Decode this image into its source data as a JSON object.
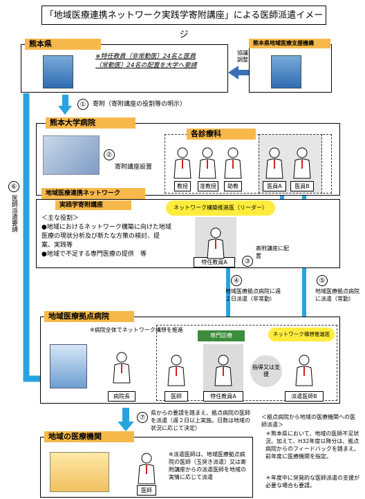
{
  "title": "「地域医療連携ネットワーク実践学寄附講座」による医師派遣イメージ",
  "kumamoto_pref": {
    "label": "熊本県",
    "note": "※特任教員（非常勤医）24名と医員（常勤医）24名の配置を大学へ要請"
  },
  "support_org": {
    "label": "熊本県地域医療支援機構"
  },
  "cooperation": "協議調整",
  "step1": {
    "num": "①",
    "text": "寄附（寄附講座の役割等の明示）"
  },
  "univ_hospital": {
    "label": "熊本大学病院"
  },
  "step2": {
    "num": "②",
    "text": "寄附講座設置"
  },
  "departments": {
    "label": "各診療科",
    "staff": [
      "教授",
      "准教授",
      "助教",
      "医員A",
      "医員B"
    ]
  },
  "network_course": {
    "label1": "地域医療連携ネットワーク",
    "label2": "実践学寄附講座",
    "leader_badge": "ネットワーク構築推進医（リーダー）",
    "roles_title": "＜主な役割＞",
    "roles": [
      "●地域におけるネットワーク構築に向けた地域医療の現状分析及び新たな方策の検討、提案、実践等",
      "●地域で不足する専門医療の提供　等"
    ],
    "teacher": "特任教員A"
  },
  "step3": {
    "num": "③",
    "text": "寄附講座に配置"
  },
  "step4": {
    "num": "④",
    "text": "地域医療拠点病院に週２日派遣（非常勤）"
  },
  "step5": {
    "num": "⑤",
    "text": "地域医療拠点病院に派遣（常勤）"
  },
  "step6": {
    "num": "⑥",
    "text": "医師派遣要請"
  },
  "base_hospital": {
    "label": "地域医療拠点病院",
    "note": "※病院全体でネットワーク構想を推進",
    "specialist_badge": "専門診療",
    "network_badge": "ネットワーク構想推進医",
    "support_text": "指導又は支援",
    "staff": [
      "病院長",
      "医師",
      "特任教員A",
      "派遣医師B"
    ]
  },
  "step7": {
    "num": "⑦",
    "text": "県からの要請を踏まえ、拠点病院の医師を派遣（週２日以上実施。日数は地域の状況に応じて決定）"
  },
  "dispatch_note": {
    "title": "＜拠点病院から地域の医療機関への医師派遣＞",
    "lines": [
      "＊熊本県において、地域の医師不足状況、加えて、H32年度以降分は、拠点病院からのフィードバックを踏まえ、前年度に医療機関を指定。",
      "＊年度中に突発的な医師派遣の支援が必要な場合も要請。"
    ]
  },
  "local_institution": {
    "label": "地域の医療機関",
    "note": "※派遣医師は、地域医療拠点病院の医師（玉突き派遣）又は寄附講座からの派遣医師を地域の実情に応じて派遣",
    "doctor": "医師"
  },
  "colors": {
    "arrow": "#29a3dd",
    "label": "#f7b84b",
    "green": "#3d8b3d",
    "yellow": "#ffec3d",
    "orange": "#f07d26"
  }
}
